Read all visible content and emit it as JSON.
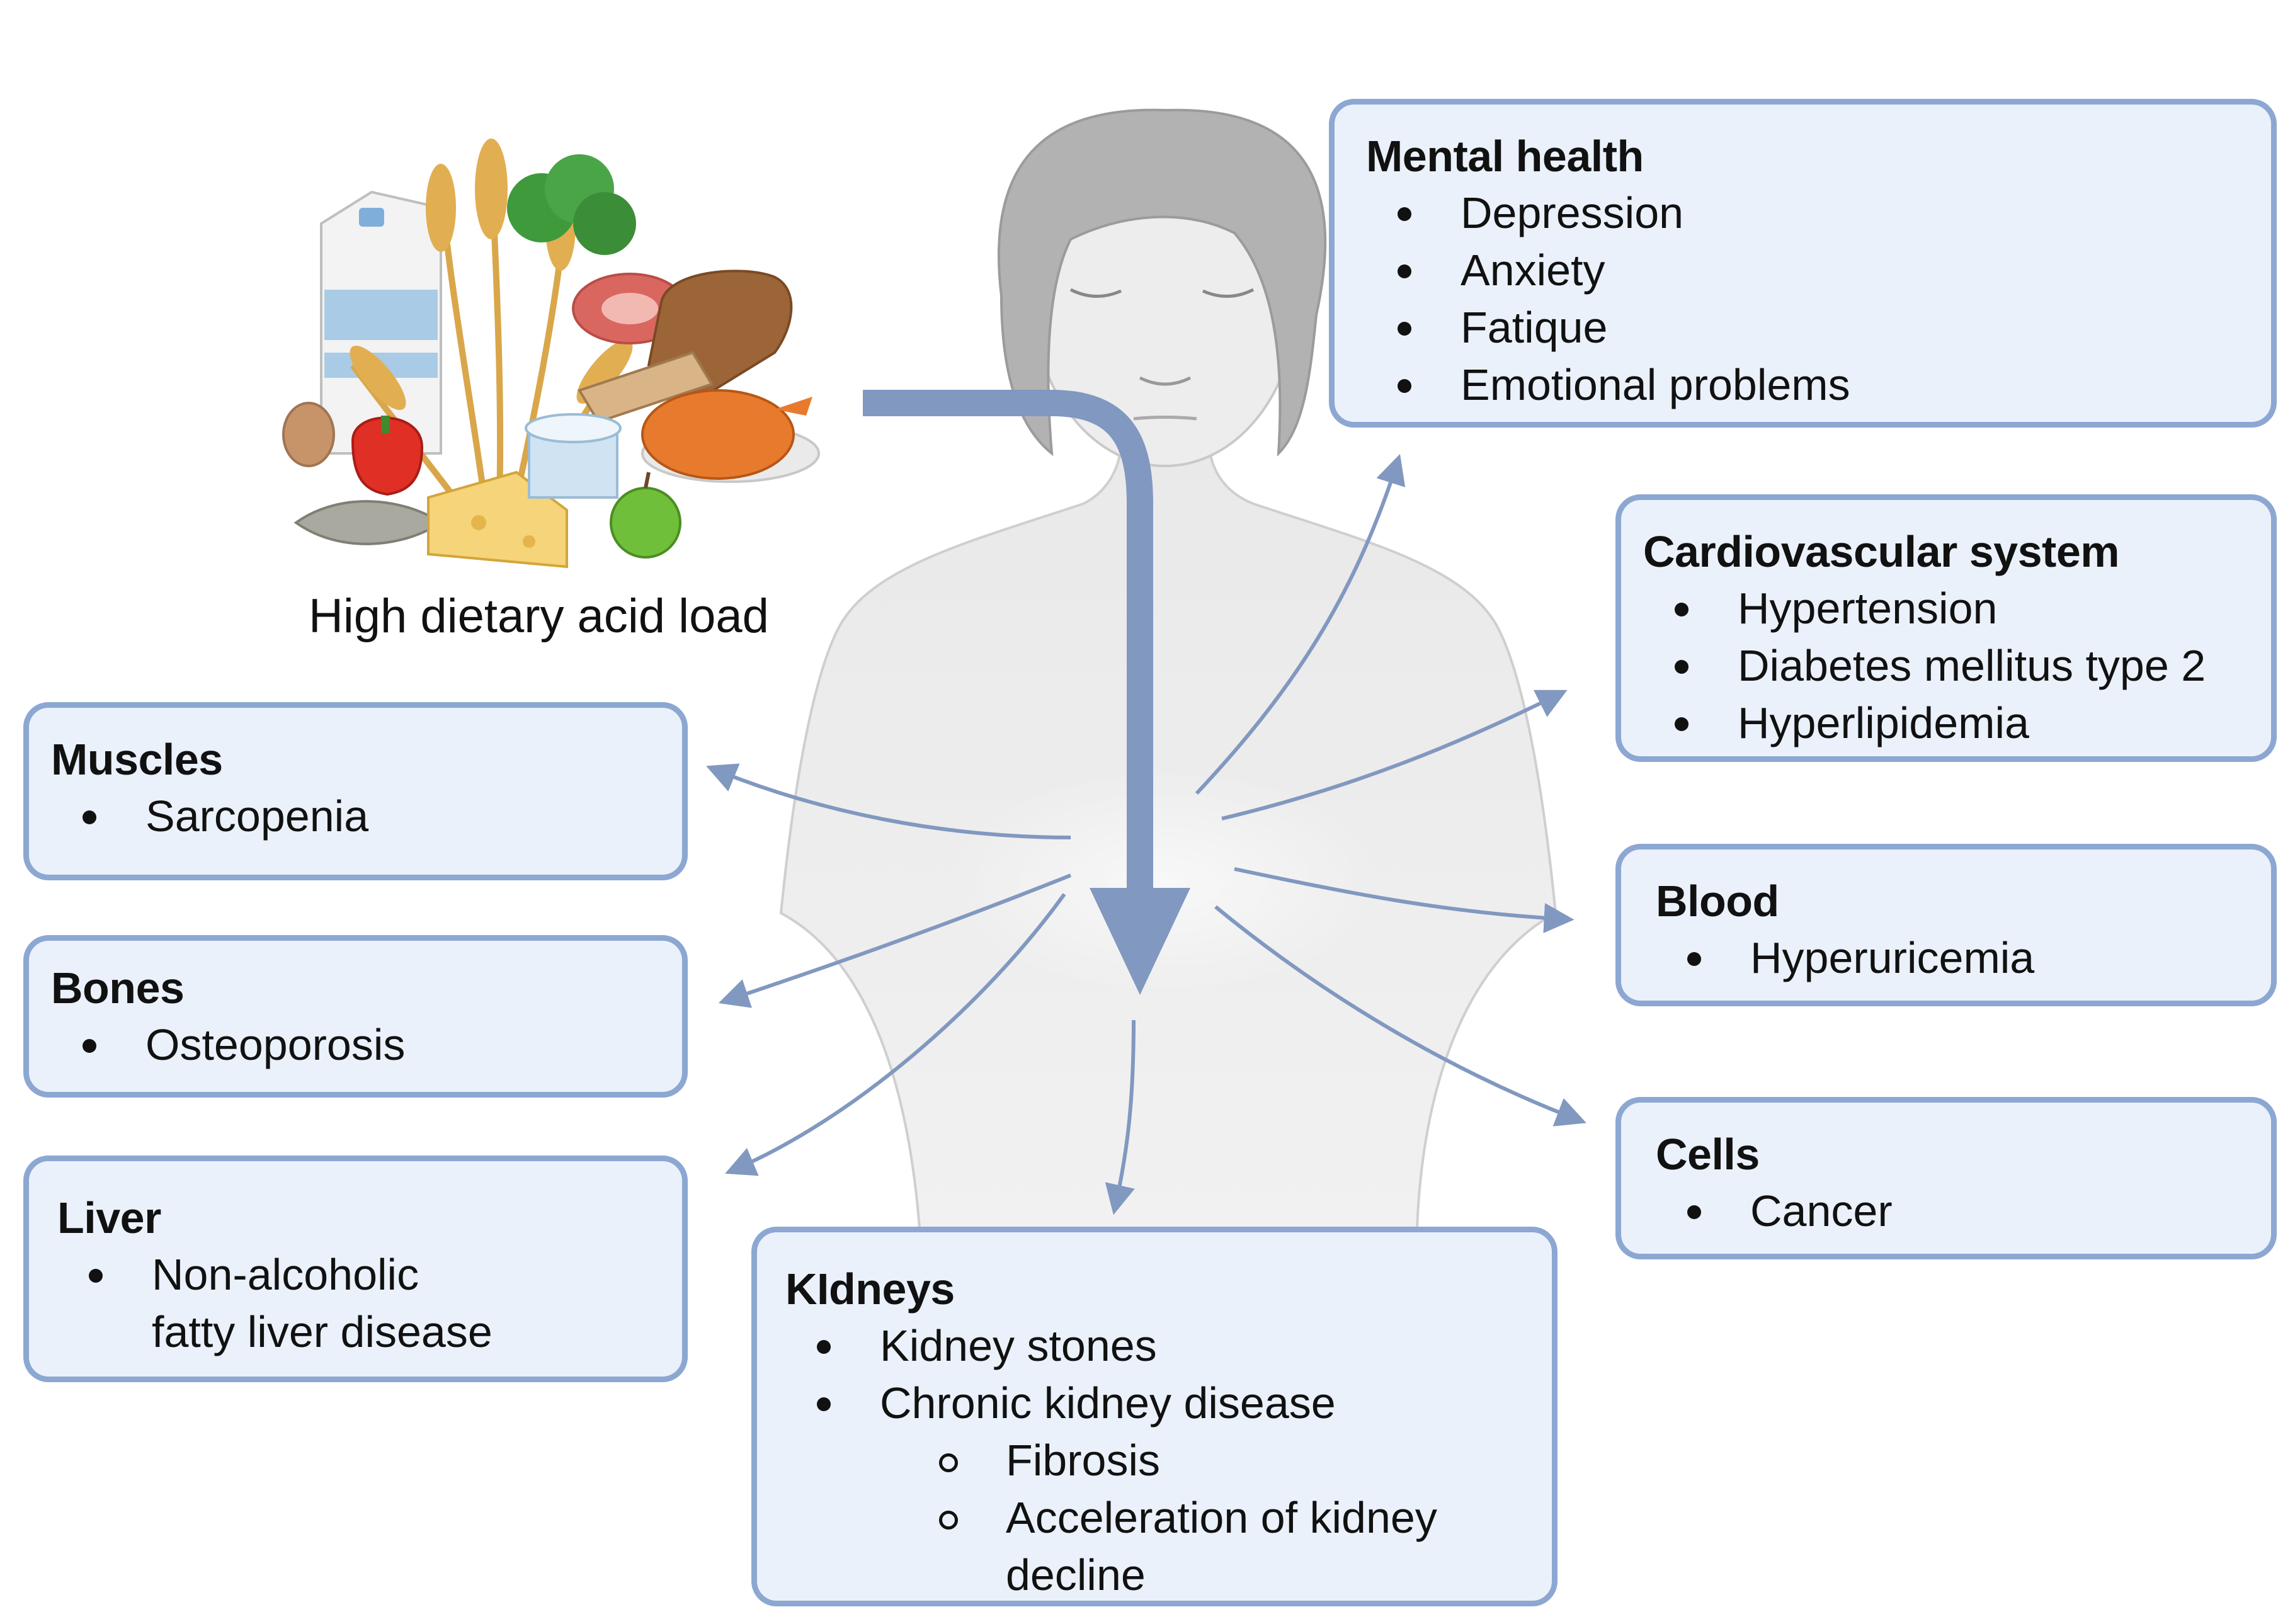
{
  "caption": "High dietary acid load",
  "colors": {
    "box_fill": "#eaf1fa",
    "box_border": "#8ca7d2",
    "arrow": "#8198c0",
    "body": "#ebebeb"
  },
  "boxes": {
    "mental_health": {
      "title": "Mental health",
      "items": [
        "Depression",
        "Anxiety",
        "Fatique",
        "Emotional problems"
      ]
    },
    "cardiovascular": {
      "title": "Cardiovascular system",
      "items": [
        "Hypertension",
        "Diabetes mellitus type 2",
        "Hyperlipidemia"
      ]
    },
    "blood": {
      "title": "Blood",
      "items": [
        "Hyperuricemia"
      ]
    },
    "cells": {
      "title": "Cells",
      "items": [
        "Cancer"
      ]
    },
    "muscles": {
      "title": "Muscles",
      "items": [
        "Sarcopenia"
      ]
    },
    "bones": {
      "title": "Bones",
      "items": [
        "Osteoporosis"
      ]
    },
    "liver": {
      "title": "Liver",
      "items": [
        "Non-alcoholic fatty liver disease"
      ]
    },
    "kidneys": {
      "title": "KIdneys",
      "items": [
        "Kidney stones",
        "Chronic kidney disease"
      ],
      "subitems": [
        "Fibrosis",
        "Acceleration of kidney decline"
      ]
    }
  },
  "icons": [
    "food-group-illustration",
    "human-figure-illustration",
    "down-arrow-icon",
    "effect-arrow-icon"
  ]
}
